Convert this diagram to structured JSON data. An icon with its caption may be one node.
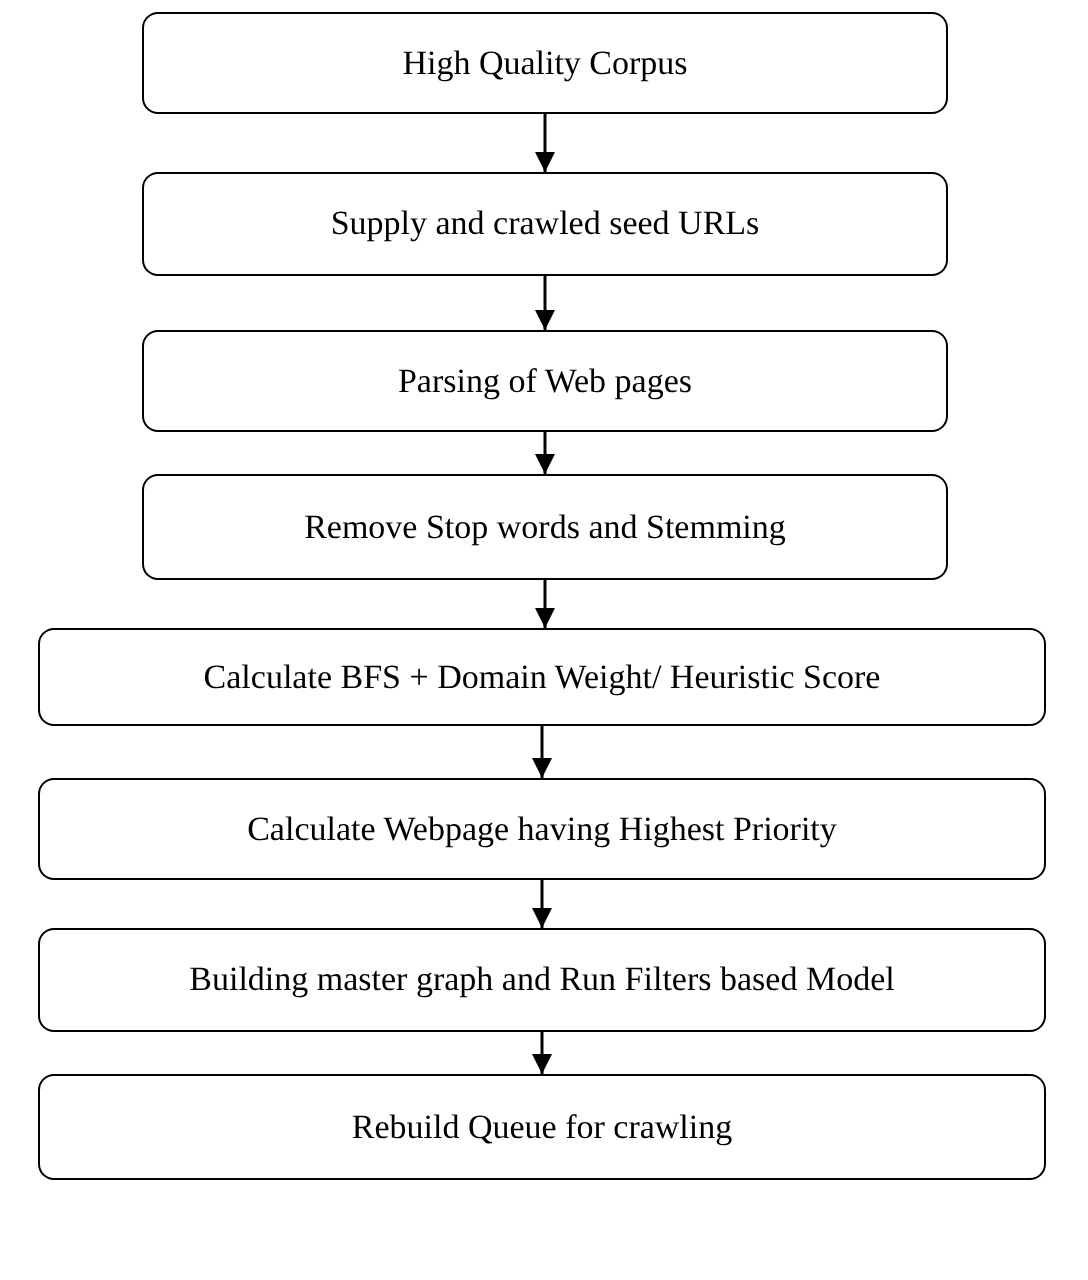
{
  "diagram": {
    "nodes": [
      {
        "text": [
          "High Quality Corpus"
        ]
      },
      {
        "text": [
          "Supply and crawled seed URLs"
        ]
      },
      {
        "text": [
          "Parsing of Web pages"
        ]
      },
      {
        "text": [
          "Remove Stop words and Stemming"
        ]
      },
      {
        "text": [
          "Calculate BFS + Domain Weight/ Heuristic Score"
        ]
      },
      {
        "text": [
          "Calculate Webpage having Highest Priority"
        ]
      },
      {
        "text": [
          "Building master graph and Run Filters based Model"
        ]
      },
      {
        "text": [
          "Rebuild Queue for crawling"
        ]
      }
    ],
    "edges": [
      {
        "from": 0,
        "to": 1,
        "arrow": "to"
      },
      {
        "from": 1,
        "to": 2,
        "arrow": "to"
      },
      {
        "from": 2,
        "to": 3,
        "arrow": "to"
      },
      {
        "from": 3,
        "to": 4,
        "arrow": "to"
      },
      {
        "from": 4,
        "to": 5,
        "arrow": "to"
      },
      {
        "from": 5,
        "to": 6,
        "arrow": "to"
      },
      {
        "from": 6,
        "to": 7,
        "arrow": "to"
      }
    ]
  }
}
